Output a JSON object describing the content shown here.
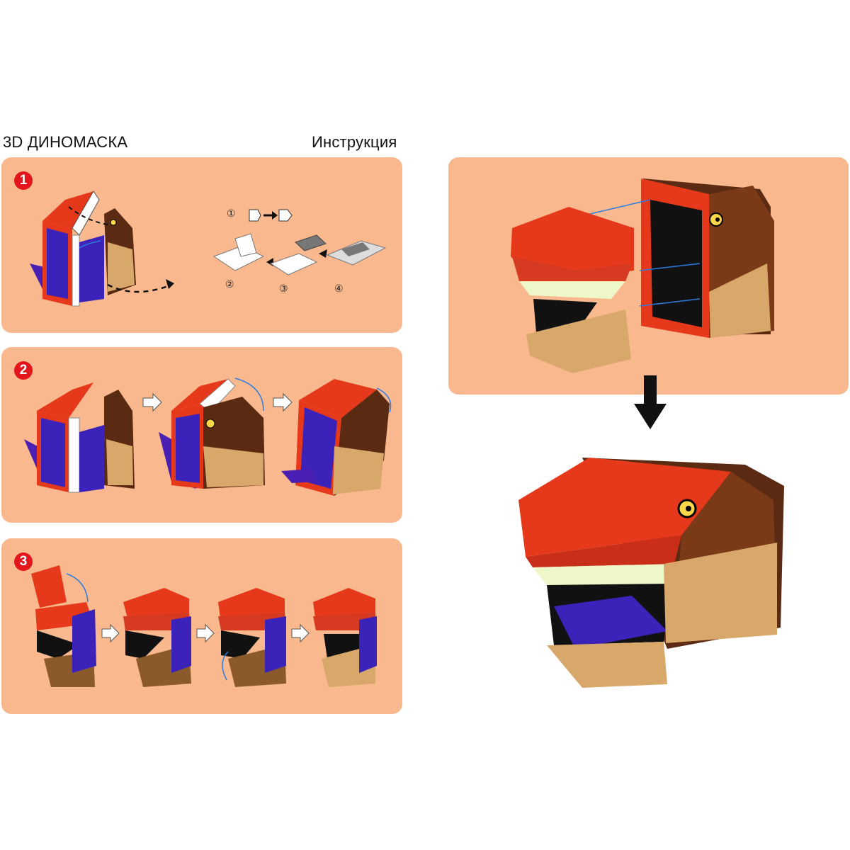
{
  "header": {
    "product_title": "3D ДИНОМАСКА",
    "doc_label": "Инструкция"
  },
  "steps": [
    {
      "number": "1"
    },
    {
      "number": "2"
    },
    {
      "number": "3"
    }
  ],
  "tab_diagram": {
    "labels": [
      "①",
      "②",
      "③",
      "④"
    ]
  },
  "colors": {
    "panel": "#f9b88e",
    "step_badge": "#e3161d",
    "dino_red": "#e6391b",
    "dino_brown": "#5a2a12",
    "dino_tan": "#d8a86a",
    "mouth_purple": "#3b22b8",
    "teeth": "#eef7c7"
  }
}
